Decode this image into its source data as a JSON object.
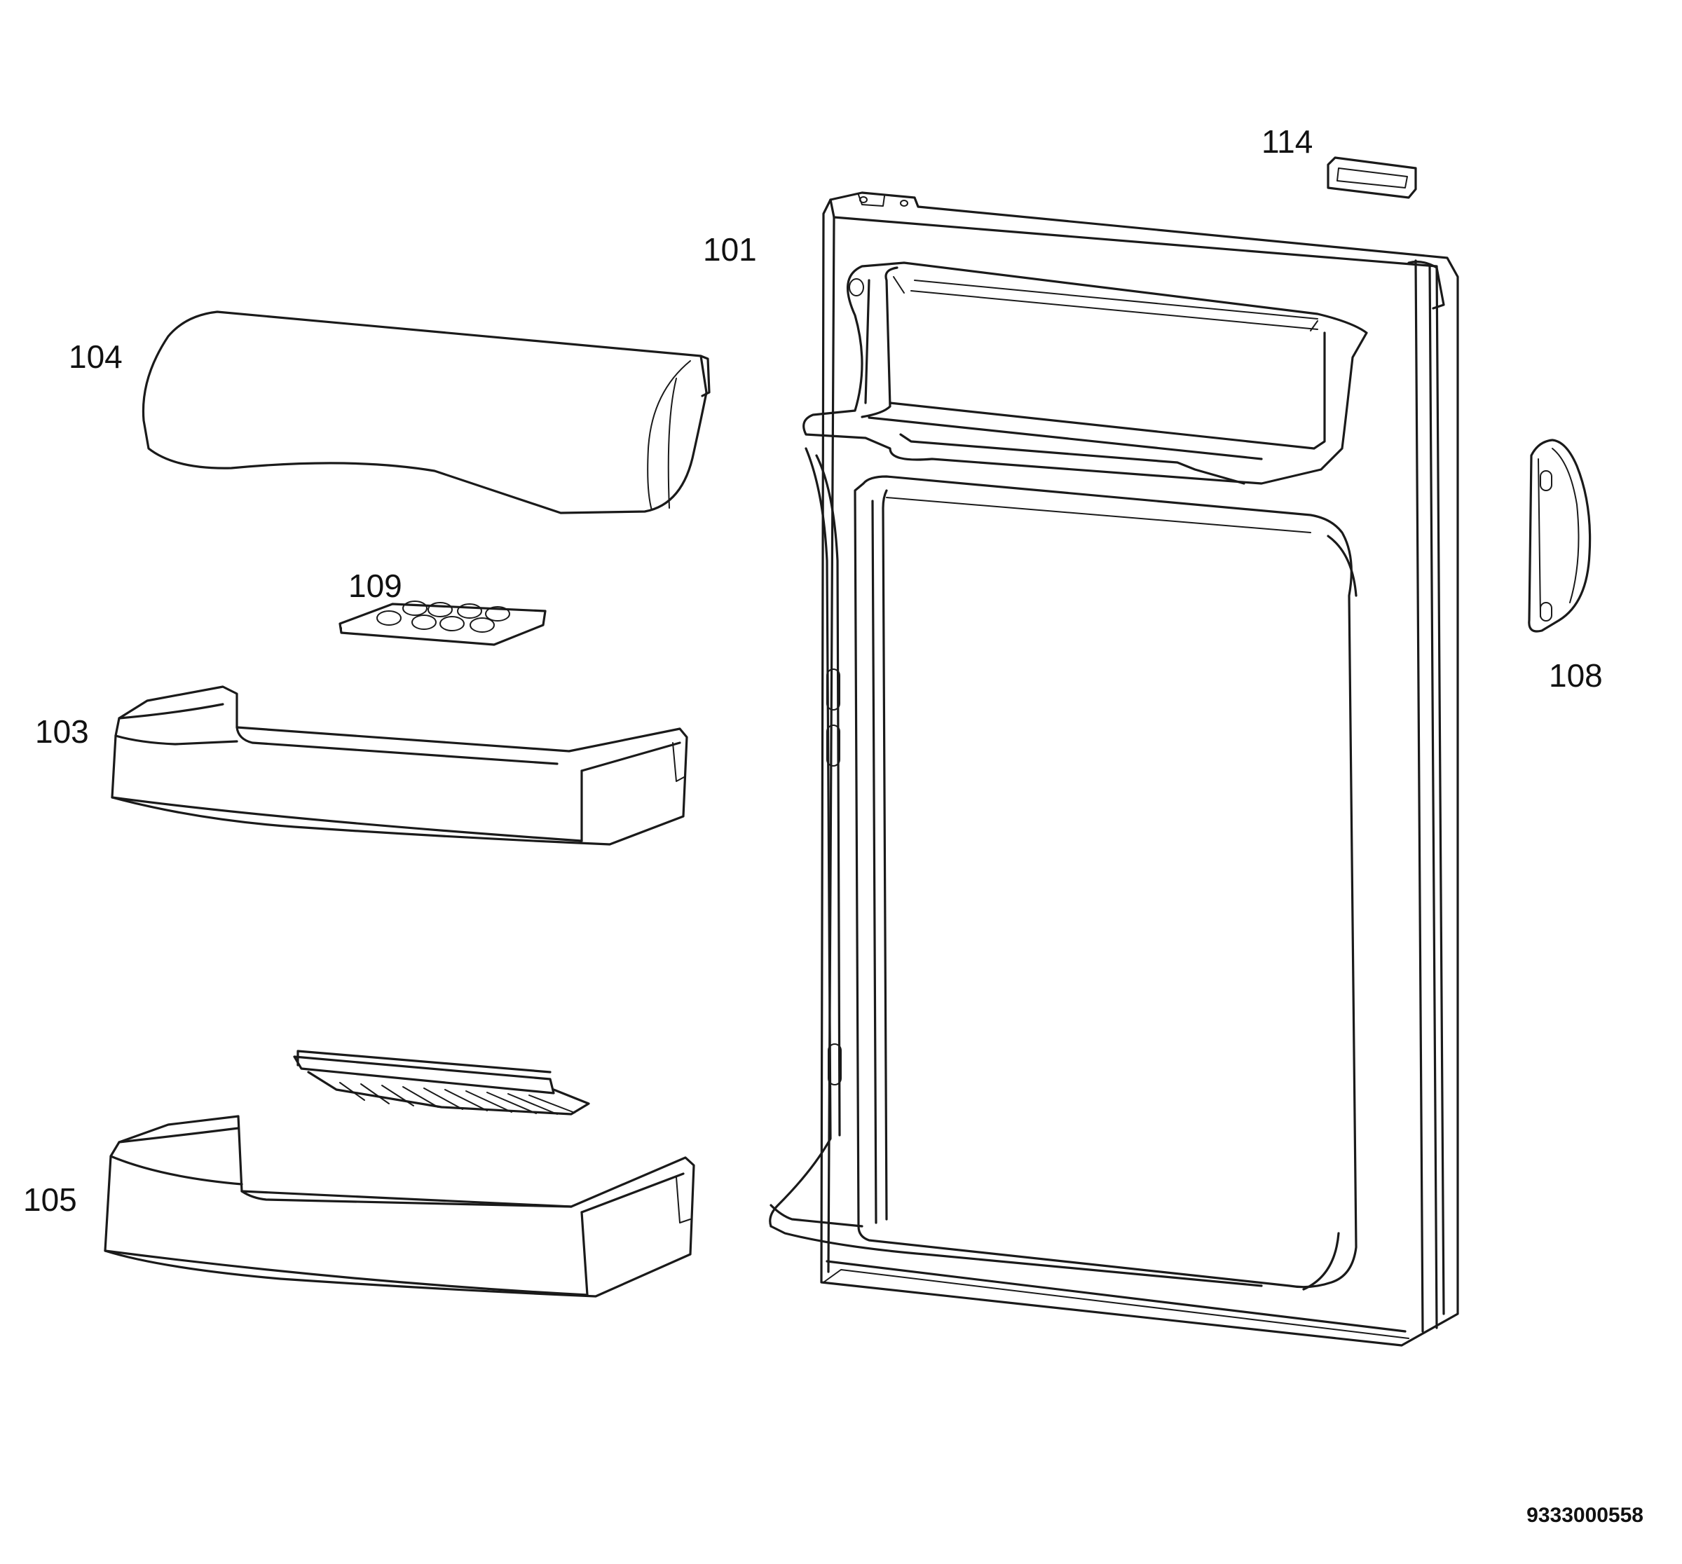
{
  "callouts": {
    "door": "101",
    "shelf_middle": "103",
    "shelf_top_cover": "104",
    "shelf_bottom": "105",
    "handle": "108",
    "egg_tray": "109",
    "cap": "114"
  },
  "document_number": "9333000558",
  "colors": {
    "line": "#1a1a1a",
    "background": "#ffffff"
  }
}
